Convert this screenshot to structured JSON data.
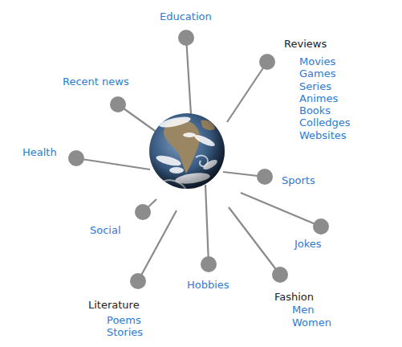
{
  "diagram": {
    "nodes": [
      {
        "text": [
          "Education"
        ]
      },
      {
        "text": [
          "Reviews",
          "Movies",
          "Games",
          "Series",
          "Animes",
          "Books",
          "Colledges",
          "Websites"
        ]
      },
      {
        "text": [
          "Recent news"
        ]
      },
      {
        "text": [
          "Health"
        ]
      },
      {
        "text": [
          "Sports"
        ]
      },
      {
        "text": [
          "Social"
        ]
      },
      {
        "text": [
          "Jokes"
        ]
      },
      {
        "text": [
          "Hobbies"
        ]
      },
      {
        "text": [
          "Fashion",
          "Men",
          "Women"
        ]
      },
      {
        "text": [
          "Literature",
          "Poems",
          "Stories"
        ]
      }
    ]
  }
}
